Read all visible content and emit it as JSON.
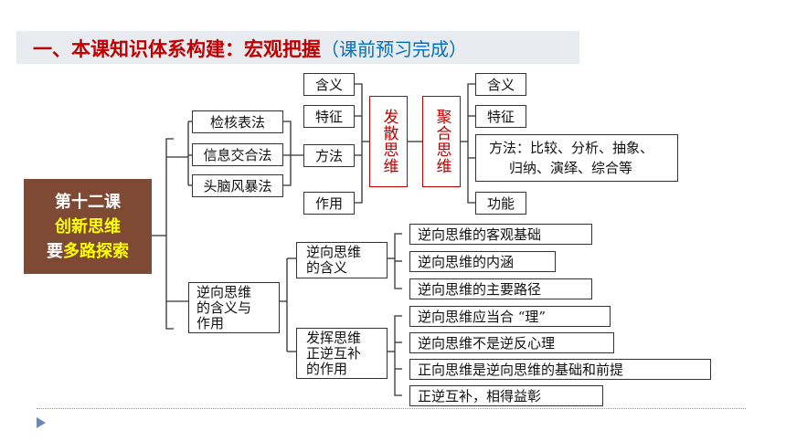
{
  "title": {
    "main": "一、本课知识体系构建：宏观把握",
    "sub": "（课前预习完成）"
  },
  "center": {
    "line1": "第十二课",
    "line2": "创新思维",
    "line3a": "要",
    "line3b": "多路探索"
  },
  "upper": {
    "methods": [
      "检核表法",
      "信息交合法",
      "头脑风暴法"
    ],
    "aspects": [
      "含义",
      "特征",
      "方法",
      "作用"
    ],
    "divergent": "发散思维",
    "convergent": "聚合思维",
    "conv_items": [
      "含义",
      "特征",
      "方法：比较、分析、抽象、",
      "归纳、演绎、综合等",
      "功能"
    ]
  },
  "lower": {
    "root": [
      "逆向思维",
      "的含义与",
      "作用"
    ],
    "meaning": [
      "逆向思维",
      "的含义"
    ],
    "role": [
      "发挥思维",
      "正逆互补",
      "的作用"
    ],
    "meaning_items": [
      "逆向思维的客观基础",
      "逆向思维的内涵",
      "逆向思维的主要路径"
    ],
    "role_items": [
      "逆向思维应当合 “理”",
      "逆向思维不是逆反心理",
      "正向思维是逆向思维的基础和前提",
      "正逆互补，相得益彰"
    ]
  }
}
